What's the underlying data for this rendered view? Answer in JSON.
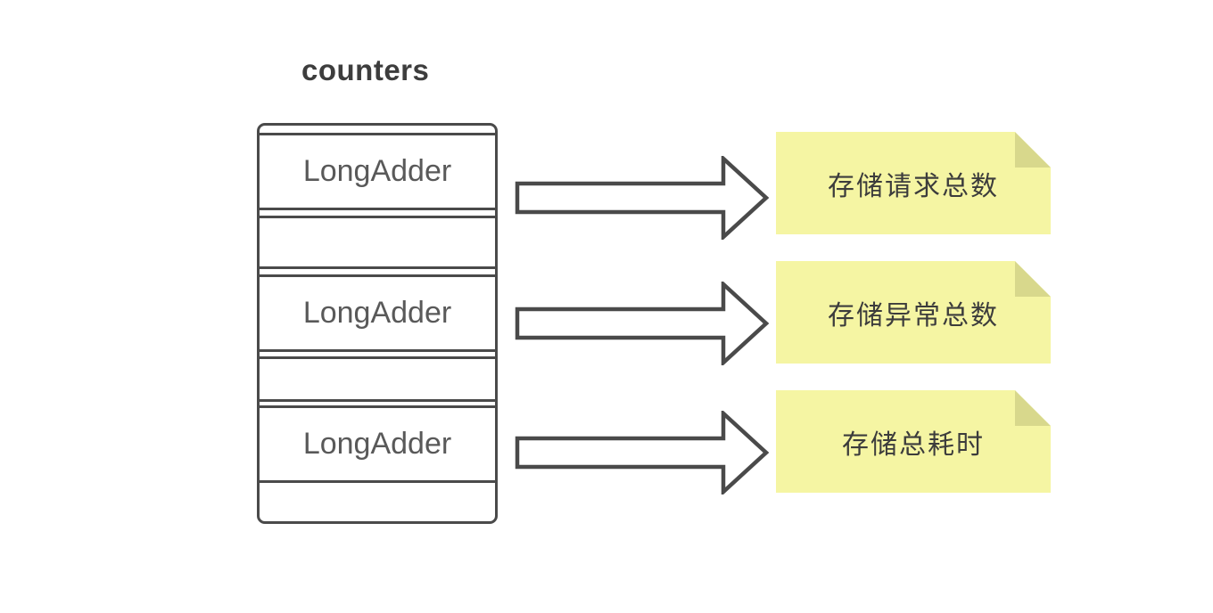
{
  "diagram": {
    "title": "counters",
    "stack": {
      "rows": [
        {
          "type": "cell",
          "label": "LongAdder"
        },
        {
          "type": "spacer",
          "label": ""
        },
        {
          "type": "cell",
          "label": "LongAdder"
        },
        {
          "type": "spacer",
          "label": ""
        },
        {
          "type": "cell",
          "label": "LongAdder"
        }
      ]
    },
    "arrows": [
      {
        "icon": "arrow-right-icon",
        "from_row": 0,
        "to_note": 0
      },
      {
        "icon": "arrow-right-icon",
        "from_row": 2,
        "to_note": 1
      },
      {
        "icon": "arrow-right-icon",
        "from_row": 4,
        "to_note": 2
      }
    ],
    "notes": [
      {
        "text": "存储请求总数"
      },
      {
        "text": "存储异常总数"
      },
      {
        "text": "存储总耗时"
      }
    ],
    "colors": {
      "stroke": "#4a4a4a",
      "title_text": "#3d3d3d",
      "cell_text": "#595959",
      "note_bg": "#f5f5a3",
      "note_fold": "#d8d88c",
      "note_text": "#3c3c3c",
      "background": "#ffffff"
    }
  }
}
